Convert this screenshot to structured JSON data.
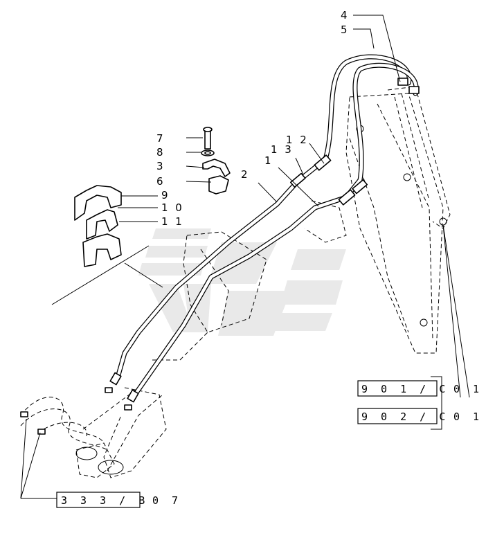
{
  "callouts": {
    "c1": "1",
    "c2": "2",
    "c3": "3",
    "c4": "4",
    "c5": "5",
    "c6": "6",
    "c7": "7",
    "c8": "8",
    "c9": "9",
    "c10": "1 0",
    "c11": "1 1",
    "c12": "1 2",
    "c13": "1 3"
  },
  "references": [
    {
      "code": "9 0 1 /  C",
      "suffix": "0 1"
    },
    {
      "code": "9 0 2 /  C",
      "suffix": "0 1"
    },
    {
      "code": "3 3 3 /  B",
      "suffix": "0 7"
    }
  ]
}
